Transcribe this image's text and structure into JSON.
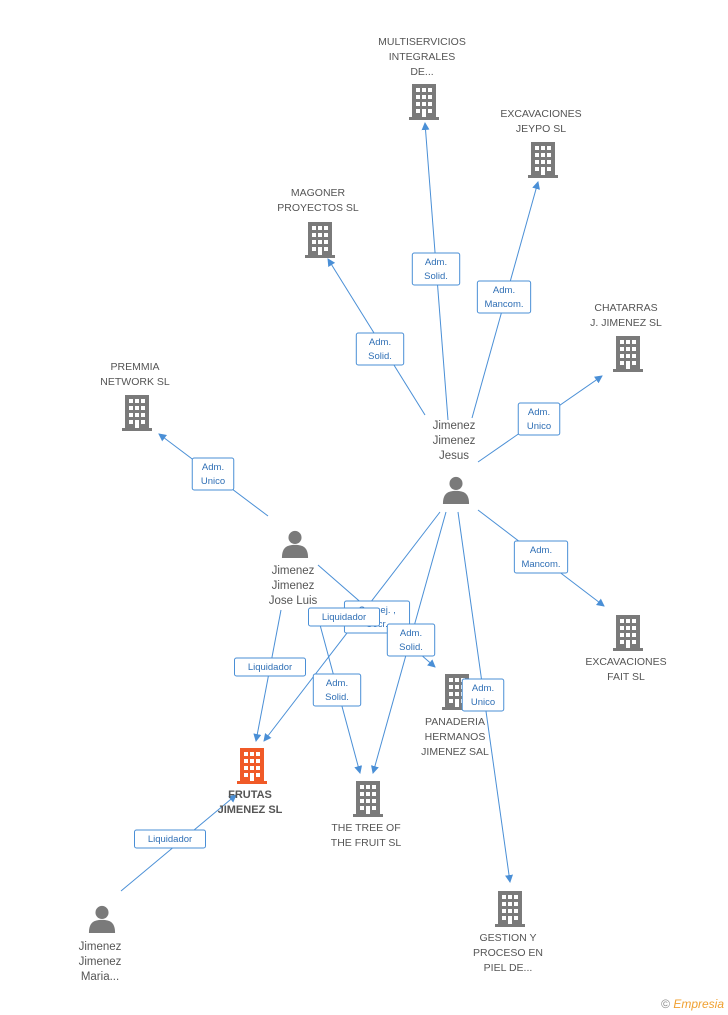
{
  "colors": {
    "edge": "#4a8fd6",
    "node": "#7a7a7a",
    "highlight": "#f05a28"
  },
  "nodes": [
    {
      "id": "multiservicios",
      "type": "company",
      "lines": [
        "MULTISERVICIOS",
        "INTEGRALES",
        "DE..."
      ]
    },
    {
      "id": "excavaciones-jeypo",
      "type": "company",
      "lines": [
        "EXCAVACIONES",
        "JEYPO  SL"
      ]
    },
    {
      "id": "magoner",
      "type": "company",
      "lines": [
        "MAGONER",
        "PROYECTOS  SL"
      ]
    },
    {
      "id": "chatarras",
      "type": "company",
      "lines": [
        "CHATARRAS",
        "J.  JIMENEZ SL"
      ]
    },
    {
      "id": "premmia",
      "type": "company",
      "lines": [
        "PREMMIA",
        "NETWORK SL"
      ]
    },
    {
      "id": "jesus",
      "type": "person",
      "lines": [
        "Jimenez",
        "Jimenez",
        "Jesus"
      ]
    },
    {
      "id": "jose-luis",
      "type": "person",
      "lines": [
        "Jimenez",
        "Jimenez",
        "Jose Luis"
      ]
    },
    {
      "id": "excavaciones-fait",
      "type": "company",
      "lines": [
        "EXCAVACIONES",
        "FAIT SL"
      ]
    },
    {
      "id": "panaderia",
      "type": "company",
      "lines": [
        "PANADERIA",
        "HERMANOS",
        "JIMENEZ SAL"
      ]
    },
    {
      "id": "frutas",
      "type": "company",
      "main": true,
      "lines": [
        "FRUTAS",
        "JIMENEZ SL"
      ]
    },
    {
      "id": "tree-fruit",
      "type": "company",
      "lines": [
        "THE TREE OF",
        "THE FRUIT SL"
      ]
    },
    {
      "id": "gestion",
      "type": "company",
      "lines": [
        "GESTION Y",
        "PROCESO EN",
        "PIEL DE..."
      ]
    },
    {
      "id": "maria",
      "type": "person",
      "lines": [
        "Jimenez",
        "Jimenez",
        "Maria..."
      ]
    }
  ],
  "edges": [
    {
      "from": "jesus",
      "to": "multiservicios",
      "lines": [
        "Adm.",
        "Solid."
      ]
    },
    {
      "from": "jesus",
      "to": "excavaciones-jeypo",
      "lines": [
        "Adm.",
        "Mancom."
      ]
    },
    {
      "from": "jesus",
      "to": "magoner",
      "lines": [
        "Adm.",
        "Solid."
      ]
    },
    {
      "from": "jesus",
      "to": "chatarras",
      "lines": [
        "Adm.",
        "Unico"
      ]
    },
    {
      "from": "jose-luis",
      "to": "premmia",
      "lines": [
        "Adm.",
        "Unico"
      ]
    },
    {
      "from": "jesus",
      "to": "excavaciones-fait",
      "lines": [
        "Adm.",
        "Mancom."
      ]
    },
    {
      "from": "jesus",
      "to": "frutas",
      "lines": [
        "Consej. ,",
        "Secr."
      ]
    },
    {
      "from": "jesus",
      "to": "tree-fruit",
      "lines": [
        "Adm.",
        "Solid."
      ]
    },
    {
      "from": "jesus",
      "to": "gestion",
      "lines": [
        "Adm.",
        "Unico"
      ]
    },
    {
      "from": "jose-luis",
      "to": "panaderia",
      "lines": [
        "Liquidador"
      ]
    },
    {
      "from": "jose-luis",
      "to": "frutas",
      "lines": [
        "Liquidador"
      ]
    },
    {
      "from": "jose-luis",
      "to": "tree-fruit",
      "lines": [
        "Adm.",
        "Solid."
      ]
    },
    {
      "from": "maria",
      "to": "frutas",
      "lines": [
        "Liquidador"
      ]
    }
  ],
  "footer": {
    "copyright": "©",
    "brand": "Empresia"
  }
}
